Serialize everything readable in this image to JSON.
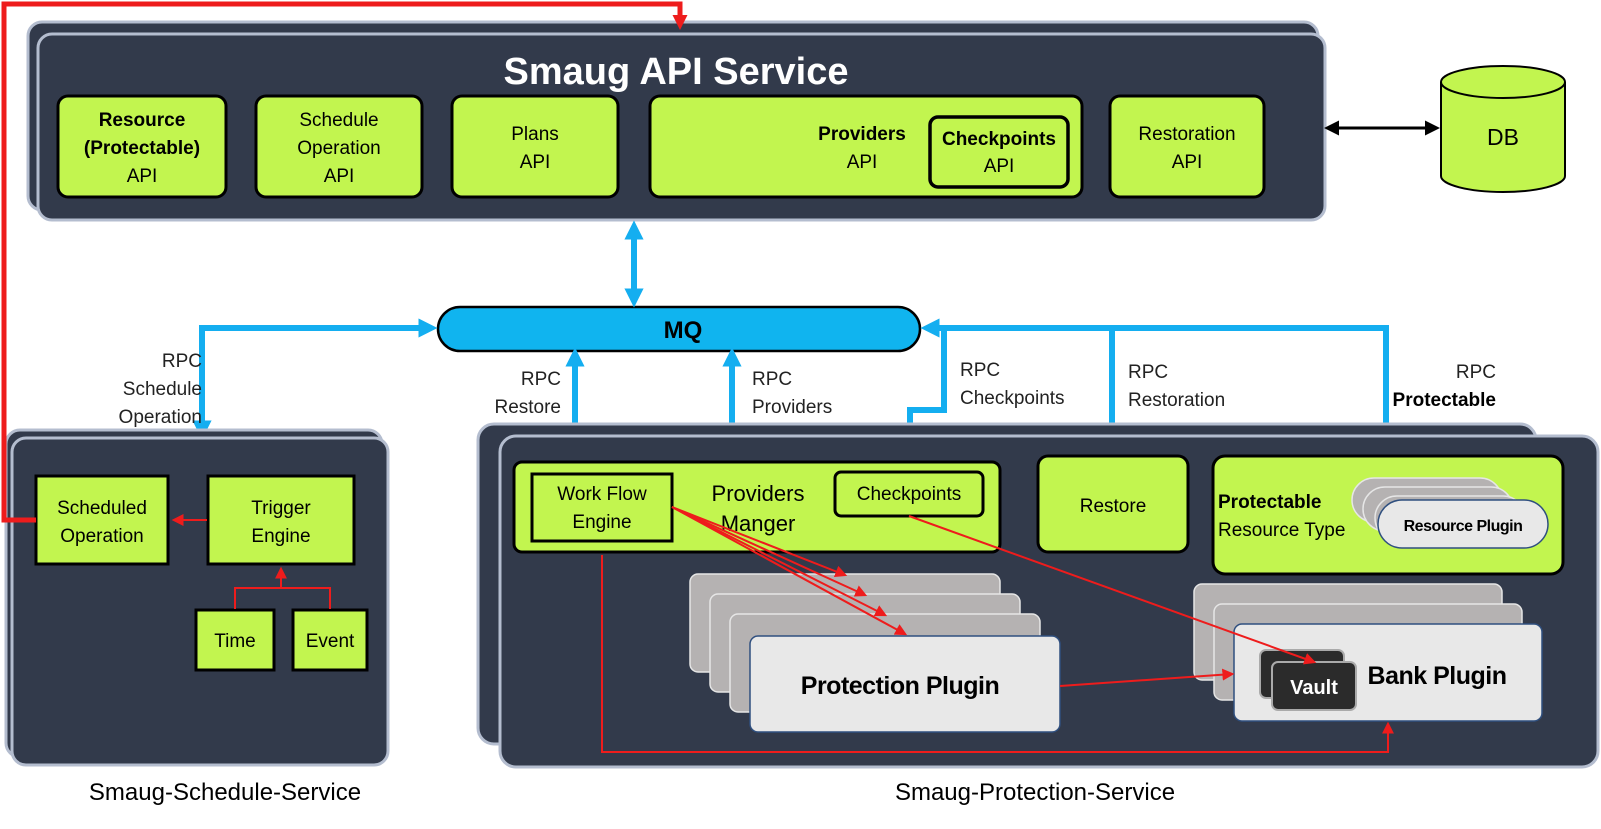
{
  "api_service": {
    "title": "Smaug API Service",
    "resource_api": {
      "line1": "Resource",
      "line2": "(Protectable)",
      "line3": "API"
    },
    "schedule_api": {
      "line1": "Schedule",
      "line2": "Operation",
      "line3": "API"
    },
    "plans_api": {
      "line1": "Plans",
      "line2": "API"
    },
    "providers_api": {
      "line1": "Providers",
      "line2": "API"
    },
    "checkpoints_api": {
      "line1": "Checkpoints",
      "line2": "API"
    },
    "restoration_api": {
      "line1": "Restoration",
      "line2": "API"
    }
  },
  "db": {
    "label": "DB"
  },
  "mq": {
    "label": "MQ"
  },
  "rpc_labels": {
    "schedule": {
      "line1": "RPC",
      "line2": "Schedule",
      "line3": "Operation"
    },
    "restore": {
      "line1": "RPC",
      "line2": "Restore"
    },
    "providers": {
      "line1": "RPC",
      "line2": "Providers"
    },
    "checkpoints": {
      "line1": "RPC",
      "line2": "Checkpoints"
    },
    "restoration": {
      "line1": "RPC",
      "line2": "Restoration"
    },
    "protectable": {
      "line1": "RPC",
      "line2": "Protectable"
    }
  },
  "schedule_service": {
    "caption": "Smaug-Schedule-Service",
    "scheduled_operation": {
      "line1": "Scheduled",
      "line2": "Operation"
    },
    "trigger_engine": {
      "line1": "Trigger",
      "line2": "Engine"
    },
    "time": "Time",
    "event": "Event"
  },
  "protection_service": {
    "caption": "Smaug-Protection-Service",
    "providers_manager": {
      "line1": "Providers",
      "line2": "Manger"
    },
    "work_flow_engine": {
      "line1": "Work Flow",
      "line2": "Engine"
    },
    "checkpoints": "Checkpoints",
    "restore": "Restore",
    "protectable": {
      "line1": "Protectable",
      "line2": "Resource Type"
    },
    "resource_plugin": "Resource Plugin",
    "protection_plugin": "Protection Plugin",
    "bank_plugin": "Bank Plugin",
    "vault": "Vault"
  },
  "colors": {
    "panel": "#323a4b",
    "panel_border": "#b4bdcf",
    "green": "#c2f54f",
    "mq_blue": "#10b4ef",
    "rpc_arrow": "#14aef0",
    "red_flow": "#ee1c1c",
    "plugin_gray": "#b5b2b2",
    "plugin_front": "#e8e8e8"
  }
}
